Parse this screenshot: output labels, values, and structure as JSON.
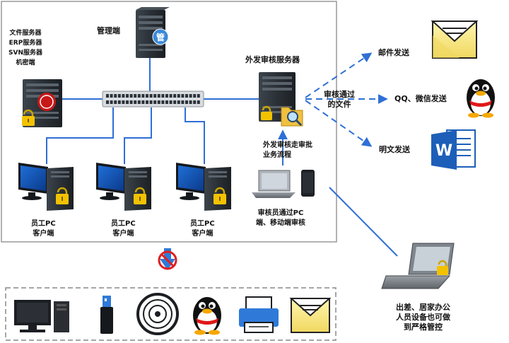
{
  "nodes": {
    "mgmt": "管理端",
    "servers": [
      "文件服务器",
      "ERP服务器",
      "SVN服务器",
      "机密端"
    ],
    "audit_server": "外发审核服务器",
    "mgmt_icon_char": "管",
    "approval": [
      "外发审核走审批",
      "业务流程"
    ],
    "audited_files": [
      "审核通过",
      "的文件"
    ],
    "reviewer": [
      "审核员通过PC",
      "端、移动端审核"
    ],
    "pc_client": [
      "员工PC",
      "客户端"
    ],
    "remote": [
      "出差、居家办公",
      "人员设备也可做",
      "到严格管控"
    ]
  },
  "outputs": {
    "email": "邮件发送",
    "qq_wechat": "QQ、微信发送",
    "plain": "明文发送",
    "word_letter": "W"
  },
  "colors": {
    "link": "#2F6FD6",
    "frame": "#999999",
    "server": "#2B3238",
    "accent_red": "#D62020"
  }
}
